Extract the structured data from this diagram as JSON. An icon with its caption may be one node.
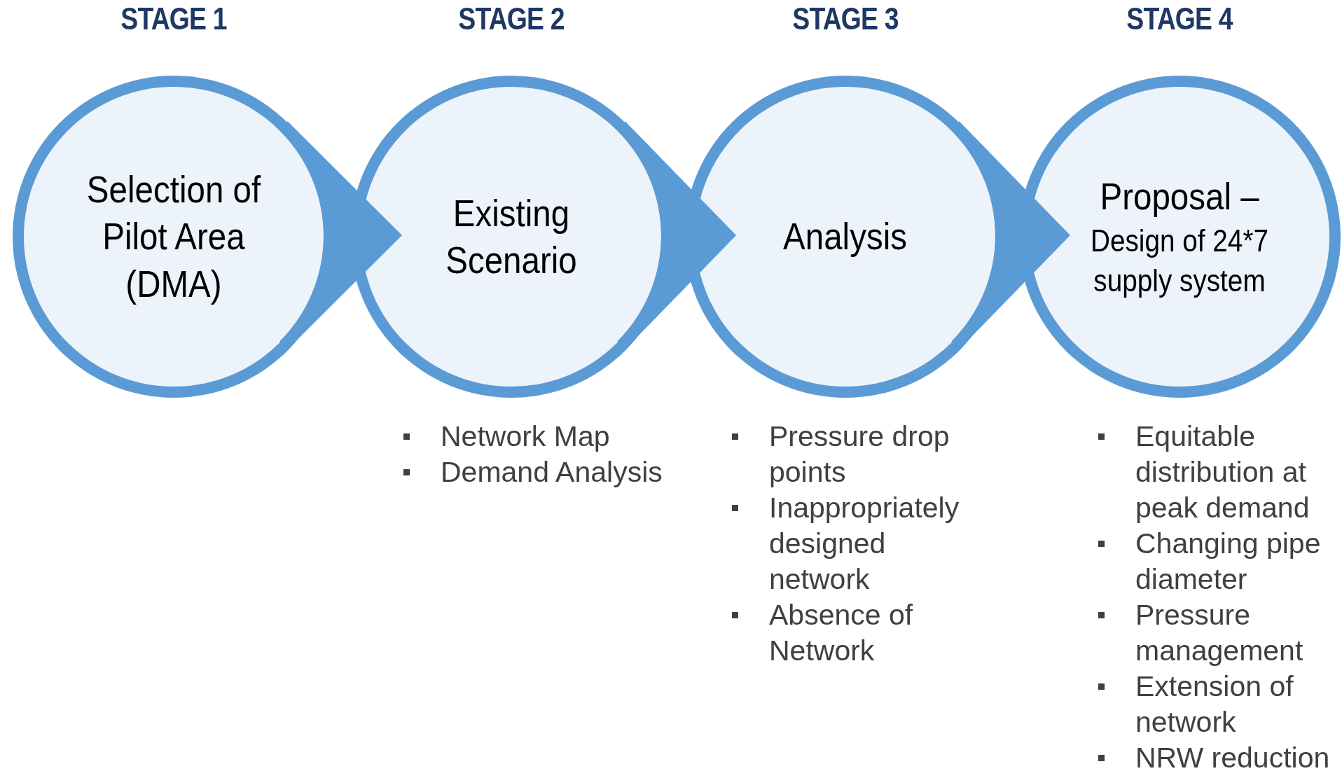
{
  "diagram": {
    "nodes": [
      {
        "text": [
          "STAGE 1",
          "Selection of Pilot Area (DMA)"
        ]
      },
      {
        "text": [
          "STAGE 2",
          "Existing Scenario"
        ],
        "beside": [
          "Network Map",
          "Demand Analysis"
        ]
      },
      {
        "text": [
          "STAGE 3",
          "Analysis"
        ],
        "beside": [
          "Pressure drop points",
          "Inappropriately designed network",
          "Absence of Network"
        ]
      },
      {
        "text": [
          "STAGE 4",
          "Proposal –",
          "Design of 24*7 supply system"
        ],
        "beside": [
          "Equitable distribution at peak demand",
          "Changing pipe diameter",
          "Pressure management",
          "Extension of network",
          "NRW reduction"
        ]
      }
    ],
    "edges": [
      {
        "from": 0,
        "to": 1,
        "arrow": "to"
      },
      {
        "from": 1,
        "to": 2,
        "arrow": "to"
      },
      {
        "from": 2,
        "to": 3,
        "arrow": "to"
      }
    ]
  }
}
